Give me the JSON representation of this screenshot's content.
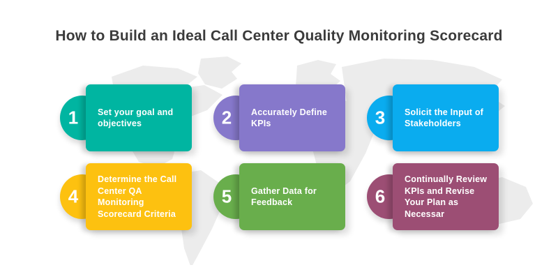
{
  "title": "How to Build an Ideal Call Center Quality Monitoring Scorecard",
  "colors": {
    "background": "#ffffff",
    "title_text": "#3b3b3b",
    "card_text": "#ffffff",
    "map": "#ececec"
  },
  "cards": [
    {
      "number": "1",
      "text": "Set your goal and objectives",
      "color": "#00b5a1"
    },
    {
      "number": "2",
      "text": "Accurately Define KPIs",
      "color": "#8678cb"
    },
    {
      "number": "3",
      "text": "Solicit the Input of Stakeholders",
      "color": "#0aacef"
    },
    {
      "number": "4",
      "text": "Determine the Call Center QA Monitoring Scorecard Criteria",
      "color": "#fdc110"
    },
    {
      "number": "5",
      "text": "Gather Data for Feedback",
      "color": "#69ae4c"
    },
    {
      "number": "6",
      "text": "Continually Review KPIs and Revise Your Plan as Necessar",
      "color": "#9c4e74"
    }
  ]
}
